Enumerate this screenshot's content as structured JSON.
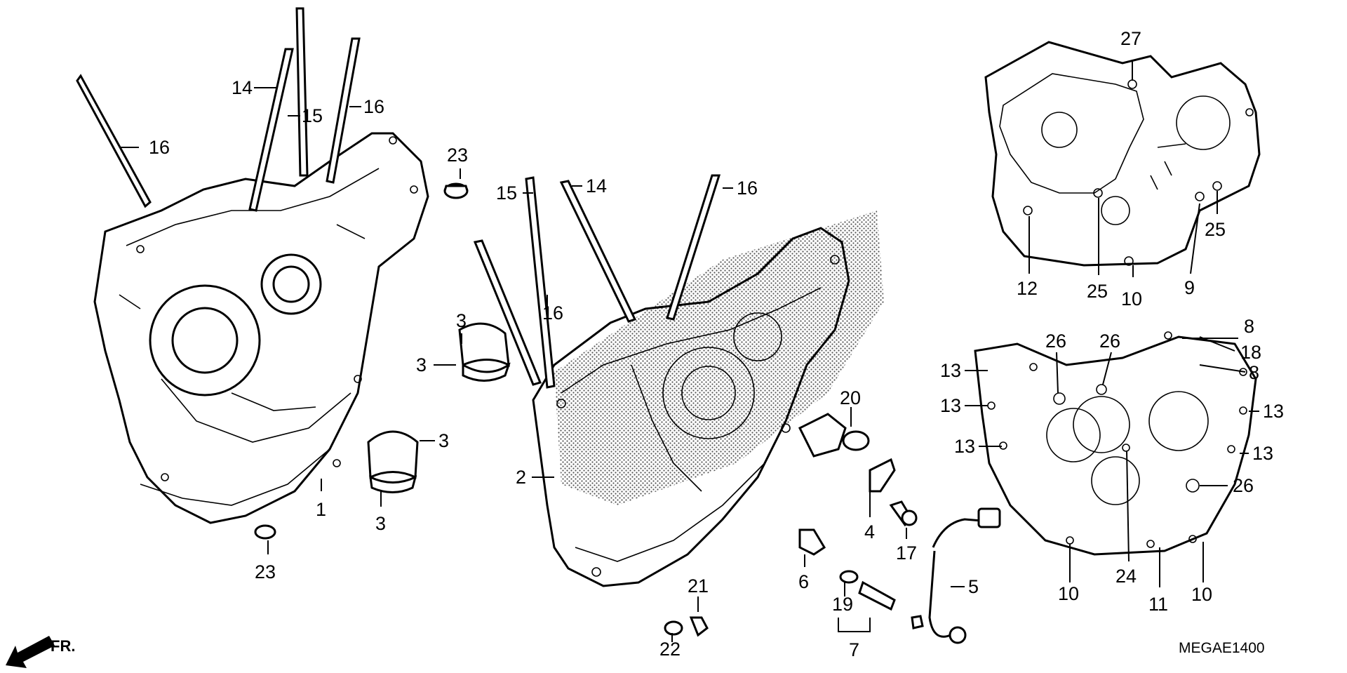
{
  "diagram": {
    "code": "MEGAE1400",
    "front_marker": "FR.",
    "callouts": [
      {
        "id": "c14a",
        "text": "14"
      },
      {
        "id": "c15a",
        "text": "15"
      },
      {
        "id": "c16a",
        "text": "16"
      },
      {
        "id": "c16b",
        "text": "16"
      },
      {
        "id": "c23a",
        "text": "23"
      },
      {
        "id": "c1",
        "text": "1"
      },
      {
        "id": "c23b",
        "text": "23"
      },
      {
        "id": "c3a",
        "text": "3"
      },
      {
        "id": "c3b",
        "text": "3"
      },
      {
        "id": "c3c",
        "text": "3"
      },
      {
        "id": "c3d",
        "text": "3"
      },
      {
        "id": "c15b",
        "text": "15"
      },
      {
        "id": "c14b",
        "text": "14"
      },
      {
        "id": "c16c",
        "text": "16"
      },
      {
        "id": "c16d",
        "text": "16"
      },
      {
        "id": "c2",
        "text": "2"
      },
      {
        "id": "c20",
        "text": "20"
      },
      {
        "id": "c4",
        "text": "4"
      },
      {
        "id": "c17",
        "text": "17"
      },
      {
        "id": "c6",
        "text": "6"
      },
      {
        "id": "c21",
        "text": "21"
      },
      {
        "id": "c22",
        "text": "22"
      },
      {
        "id": "c19",
        "text": "19"
      },
      {
        "id": "c7",
        "text": "7"
      },
      {
        "id": "c5",
        "text": "5"
      },
      {
        "id": "c27",
        "text": "27"
      },
      {
        "id": "c12",
        "text": "12"
      },
      {
        "id": "c25a",
        "text": "25"
      },
      {
        "id": "c10a",
        "text": "10"
      },
      {
        "id": "c9",
        "text": "9"
      },
      {
        "id": "c25b",
        "text": "25"
      },
      {
        "id": "c26a",
        "text": "26"
      },
      {
        "id": "c26b",
        "text": "26"
      },
      {
        "id": "c8a",
        "text": "8"
      },
      {
        "id": "c18",
        "text": "18"
      },
      {
        "id": "c8b",
        "text": "8"
      },
      {
        "id": "c13a",
        "text": "13"
      },
      {
        "id": "c13b",
        "text": "13"
      },
      {
        "id": "c13c",
        "text": "13"
      },
      {
        "id": "c13d",
        "text": "13"
      },
      {
        "id": "c13e",
        "text": "13"
      },
      {
        "id": "c26c",
        "text": "26"
      },
      {
        "id": "c10b",
        "text": "10"
      },
      {
        "id": "c24",
        "text": "24"
      },
      {
        "id": "c11",
        "text": "11"
      },
      {
        "id": "c10c",
        "text": "10"
      }
    ]
  }
}
